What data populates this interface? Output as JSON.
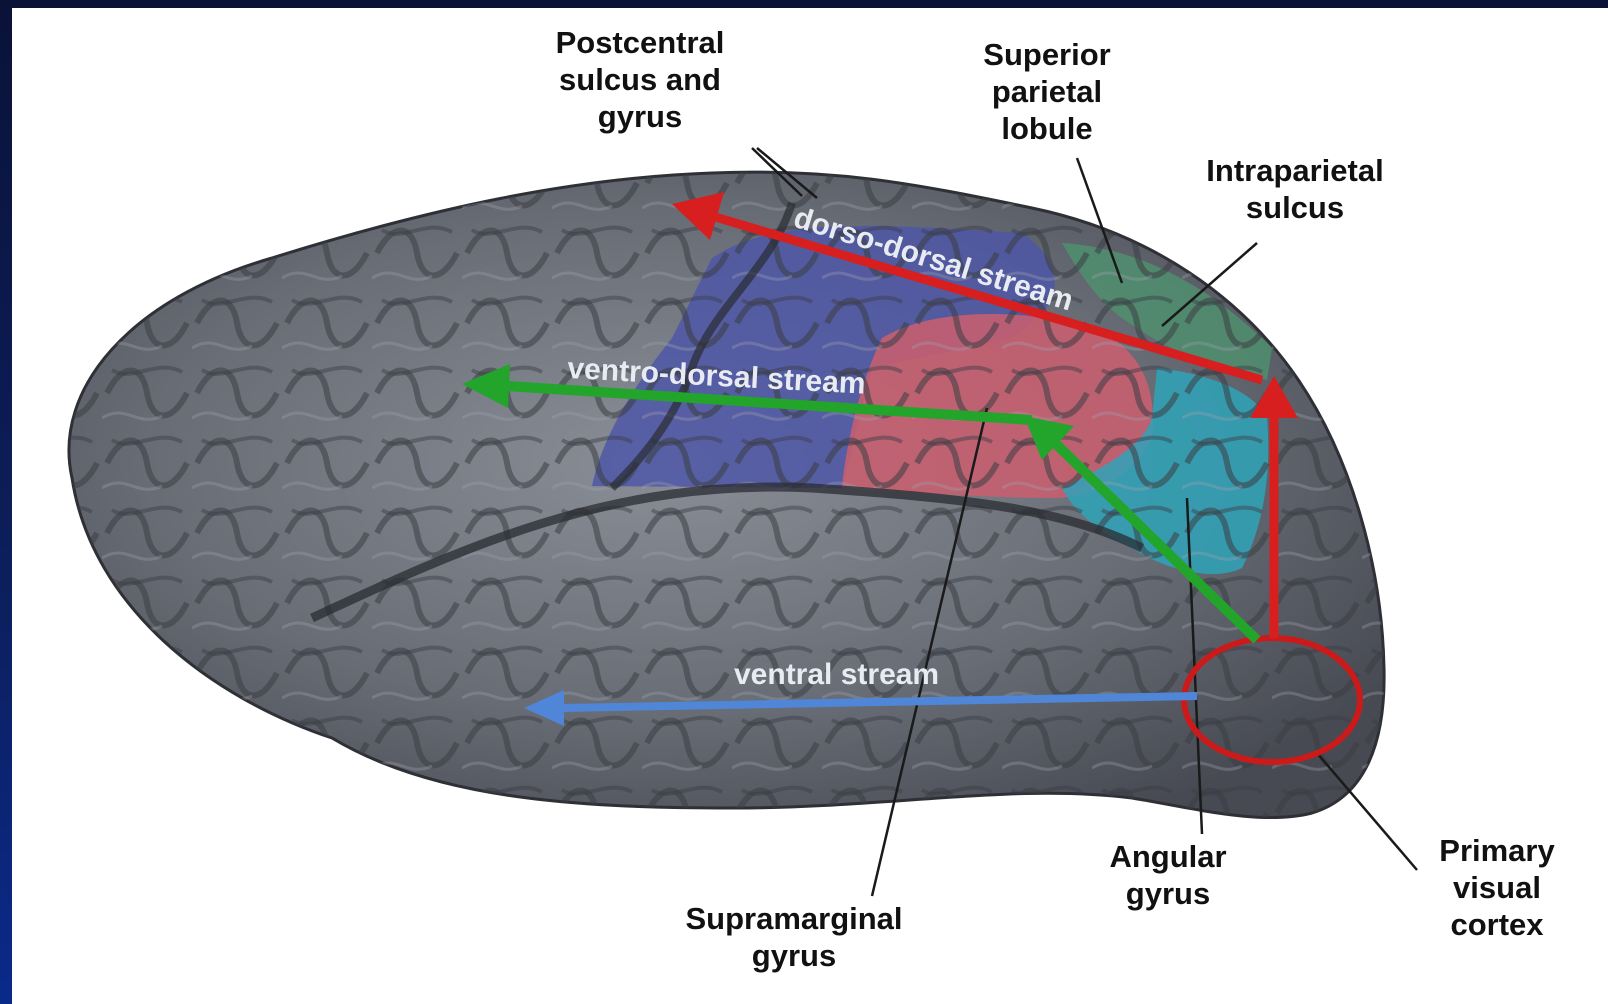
{
  "labels": {
    "postcentral": "Postcentral\nsulcus and\ngyrus",
    "superior_parietal": "Superior\nparietal\nlobule",
    "intraparietal": "Intraparietal\nsulcus",
    "angular": "Angular\ngyrus",
    "primary_visual": "Primary\nvisual\ncortex",
    "supramarginal": "Supramarginal\ngyrus"
  },
  "streams": {
    "dorso_dorsal": "dorso-dorsal stream",
    "ventro_dorsal": "ventro-dorsal stream",
    "ventral": "ventral stream"
  },
  "colors": {
    "dorso_dorsal_arrow": "#d81f1f",
    "ventro_dorsal_arrow": "#22a52a",
    "ventral_arrow": "#4f86d8",
    "visual_cortex_circle": "#cc1a1a",
    "superior_parietal_region": "#4f8f6e",
    "postcentral_region": "#4d56a8",
    "supramarginal_region": "#c85f70",
    "angular_region": "#2fa3b8",
    "cortex_gray": "#6b6f78",
    "background_frame": "#0b1a4a"
  }
}
